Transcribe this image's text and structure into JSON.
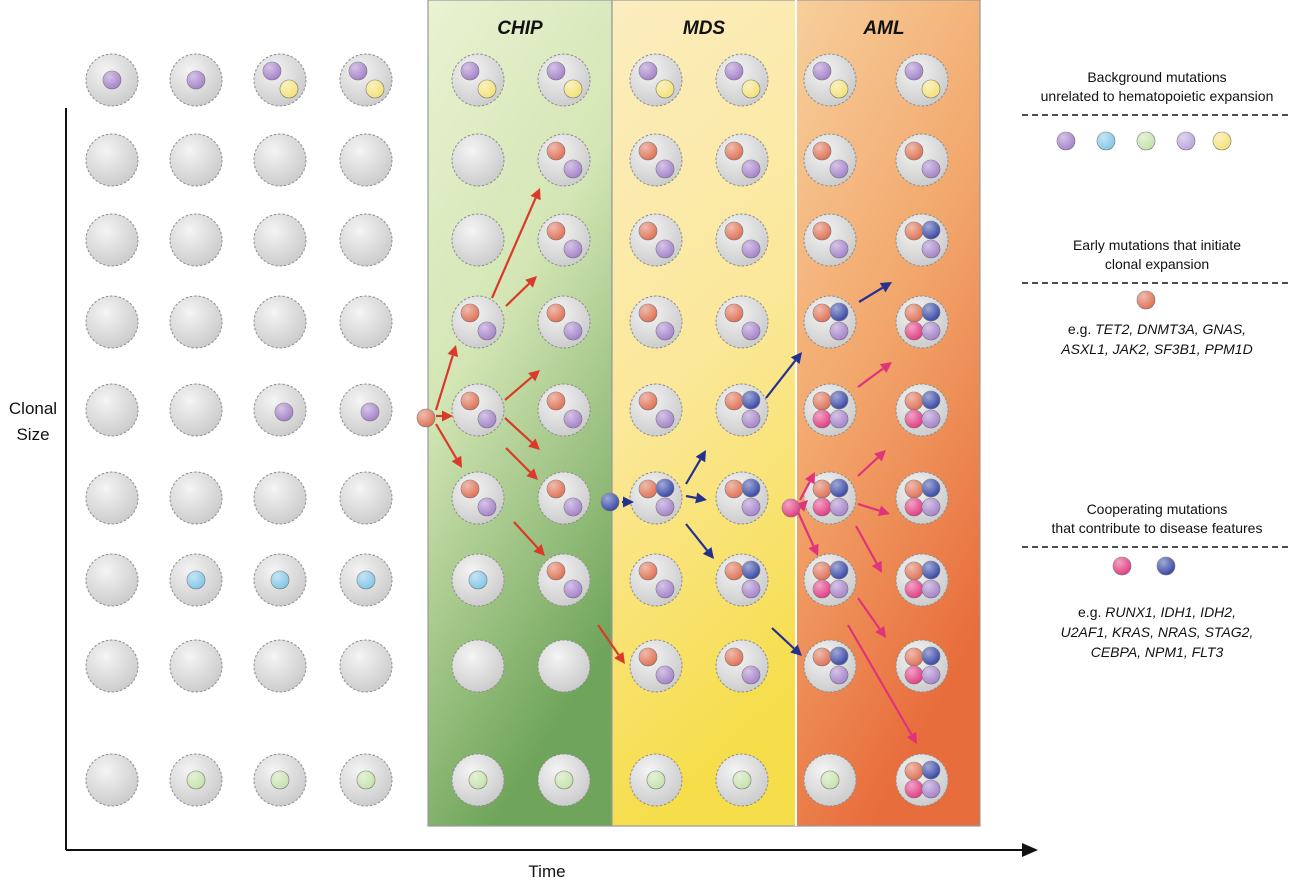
{
  "phases": [
    {
      "id": "chip",
      "label": "CHIP",
      "colors": [
        "#eaf2d2",
        "#d4e6b5",
        "#6fa55a"
      ]
    },
    {
      "id": "mds",
      "label": "MDS",
      "colors": [
        "#fbedc0",
        "#fbe89a",
        "#f6dd4a"
      ]
    },
    {
      "id": "aml",
      "label": "AML",
      "colors": [
        "#f7cf9c",
        "#f2a76c",
        "#e86d3c"
      ]
    }
  ],
  "axes": {
    "y_label_line1": "Clonal",
    "y_label_line2": "Size",
    "x_label": "Time"
  },
  "mutation_colors": {
    "background": [
      "#a07cc8",
      "#7cc4e8",
      "#c4e0a8",
      "#b8a0dc",
      "#f4e070"
    ],
    "early": "#de6a4c",
    "coop_magenta": "#e0337c",
    "coop_blue": "#2e3fa2",
    "arrow_red": "#d93a2a",
    "arrow_blue": "#25318f",
    "arrow_magenta": "#e0337c"
  },
  "legend": {
    "background": {
      "heading_line1": "Background mutations",
      "heading_line2": "unrelated to hematopoietic expansion"
    },
    "early": {
      "heading_line1": "Early mutations that initiate",
      "heading_line2": "clonal expansion",
      "eg_prefix": "e.g.",
      "genes_line1": "TET2, DNMT3A, GNAS,",
      "genes_line2": "ASXL1, JAK2, SF3B1, PPM1D"
    },
    "cooperating": {
      "heading_line1": "Cooperating mutations",
      "heading_line2": "that contribute to disease features",
      "eg_prefix": "e.g.",
      "genes_line1": "RUNX1, IDH1, IDH2,",
      "genes_line2": "U2AF1, KRAS, NRAS, STAG2,",
      "genes_line3": "CEBPA, NPM1, FLT3"
    }
  }
}
